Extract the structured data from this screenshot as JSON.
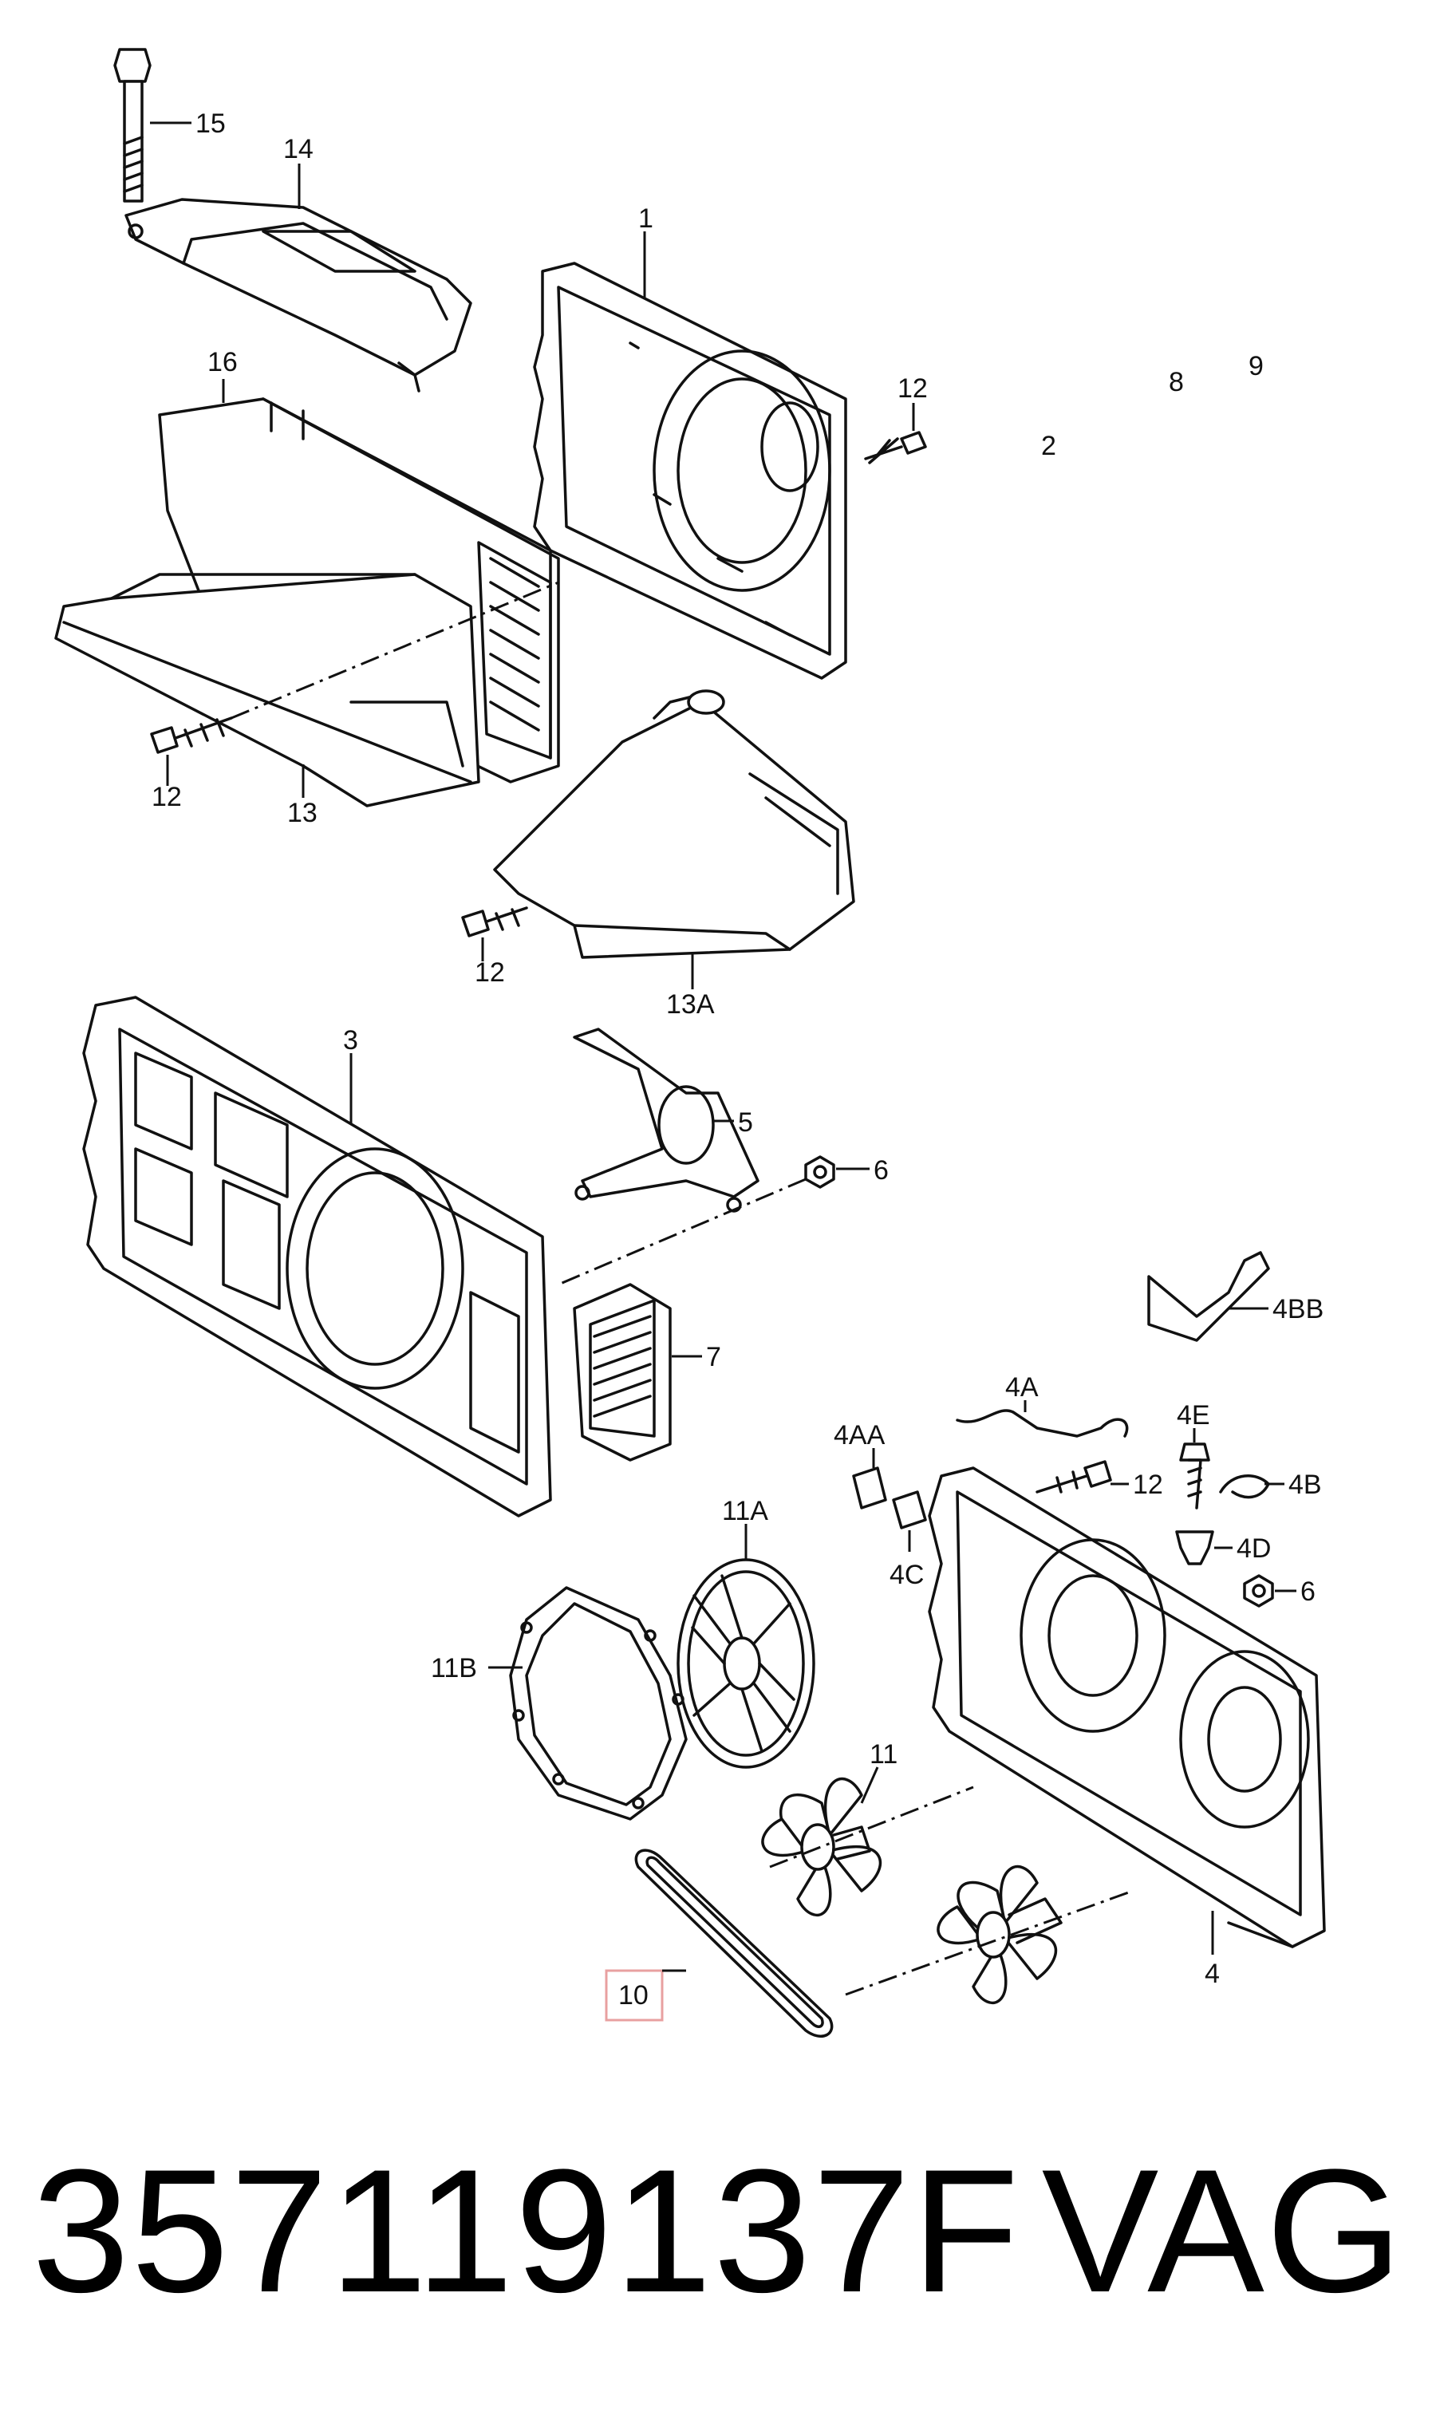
{
  "callouts": {
    "c15": "15",
    "c14": "14",
    "c1": "1",
    "c16": "16",
    "c12a": "12",
    "c2": "2",
    "c8": "8",
    "c9": "9",
    "c12b": "12",
    "c13": "13",
    "c12c": "12",
    "c13A": "13A",
    "c3": "3",
    "c5": "5",
    "c6a": "6",
    "c4BB": "4BB",
    "c7": "7",
    "c4A": "4A",
    "c4AA": "4AA",
    "c4E": "4E",
    "c12d": "12",
    "c4B": "4B",
    "c11A": "11A",
    "c4C": "4C",
    "c4D": "4D",
    "c6b": "6",
    "c11B": "11B",
    "c11": "11",
    "c10": "10",
    "c4": "4"
  },
  "highlight_color": "#e8a0a0",
  "footer": {
    "part_number": "357119137F",
    "brand": "VAG"
  }
}
